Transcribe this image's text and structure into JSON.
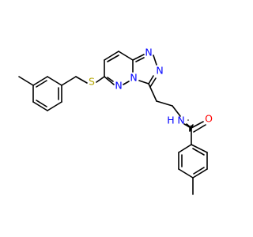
{
  "structure": {
    "colors": {
      "bond": "#000000",
      "nitrogen": "#0000ff",
      "oxygen": "#ff0000",
      "sulfur": "#b3a500"
    },
    "atom_labels": {
      "sulfur": "S",
      "ring_nitrogen_1": "N",
      "ring_nitrogen_2": "N",
      "ring_nitrogen_3": "N",
      "ring_nitrogen_4": "N",
      "amide_nitrogen": "N",
      "amide_hydrogen": "H",
      "carbonyl_oxygen": "O"
    }
  }
}
